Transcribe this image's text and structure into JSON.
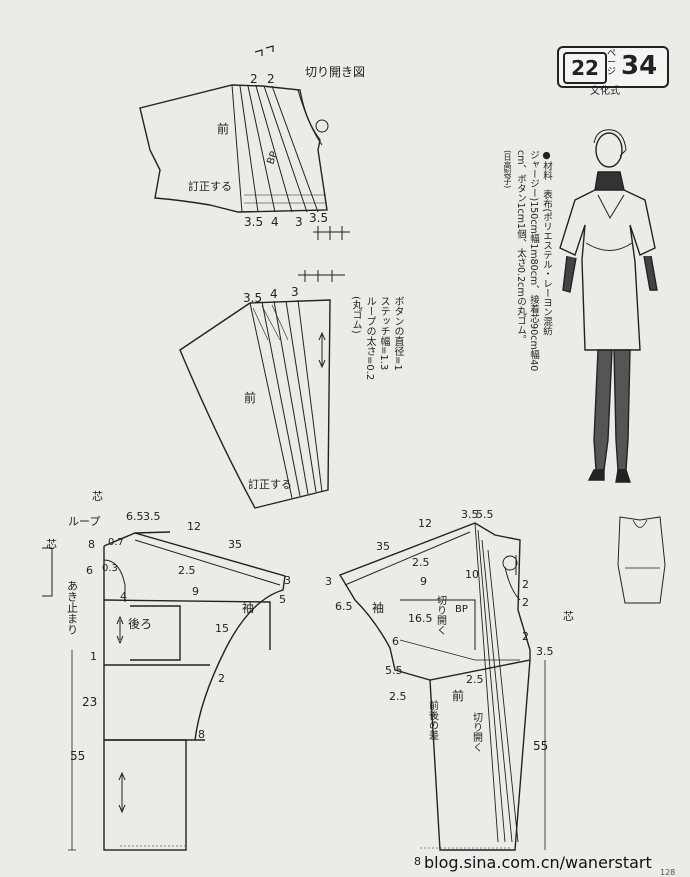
{
  "header": {
    "page_ref": "22",
    "page_unit": "ページ",
    "page_num": "34",
    "subtitle": "文化式"
  },
  "materials": {
    "line1": "●材料　表布(ポリエステル・レーヨン混紡",
    "line2": "ジャージー)150cm幅1m80cm、接着芯90cm幅40",
    "line3": "cm、ボタン1cm1個、太さ0.2cmの丸ゴム。",
    "credit": "(日高製子)"
  },
  "buttons_note": {
    "line1": "ボタンの直径=1",
    "line2": "ステッチ幅=1.3",
    "line3": "ループの太さ=0.2",
    "line4": "(丸ゴム)"
  },
  "diagram1": {
    "title": "切り開き図",
    "front": "前",
    "correct": "訂正する",
    "bp": "BP",
    "top_marks": [
      "2",
      "2"
    ],
    "bottom_marks": [
      "3.5",
      "4",
      "3",
      "3.5"
    ]
  },
  "diagram2": {
    "front": "前",
    "correct": "訂正する",
    "top_marks": [
      "3.5",
      "4",
      "3"
    ]
  },
  "back_pattern": {
    "fold_top": "芯",
    "fold_side": "芯",
    "loop": "ループ",
    "opening_end": "あき止まり",
    "back": "後ろ",
    "sleeve": "袖",
    "measures": {
      "m8": "8",
      "m07": "0.7",
      "m65": "6.5",
      "m35a": "3.5",
      "m12": "12",
      "m35b": "35",
      "m25": "2.5",
      "m6": "6",
      "m03": "0.3",
      "m4": "4",
      "m9": "9",
      "m3": "3",
      "m5": "5",
      "m15": "15",
      "m1": "1",
      "m2": "2",
      "m23": "23",
      "m8b": "8",
      "m55": "55"
    }
  },
  "front_pattern": {
    "front": "前",
    "sleeve": "袖",
    "fold": "芯",
    "bp": "BP",
    "open1": "切り開く",
    "open2": "切り開く",
    "diff": "前後の差",
    "measures": {
      "m12": "12",
      "m35a": "3.5",
      "m55a": "5.5",
      "m35b": "35",
      "m25a": "2.5",
      "m9": "9",
      "m3": "3",
      "m65": "6.5",
      "m165": "16.5",
      "m10": "10",
      "m2a": "2",
      "m2b": "2",
      "m35c": "3.5",
      "m6": "6",
      "m55b": "5.5",
      "m25b": "2.5",
      "m25c": "2.5",
      "m55c": "55",
      "m2c": "2",
      "m8": "8"
    }
  },
  "watermark": "blog.sina.com.cn/wanerstart",
  "page_number": "128"
}
